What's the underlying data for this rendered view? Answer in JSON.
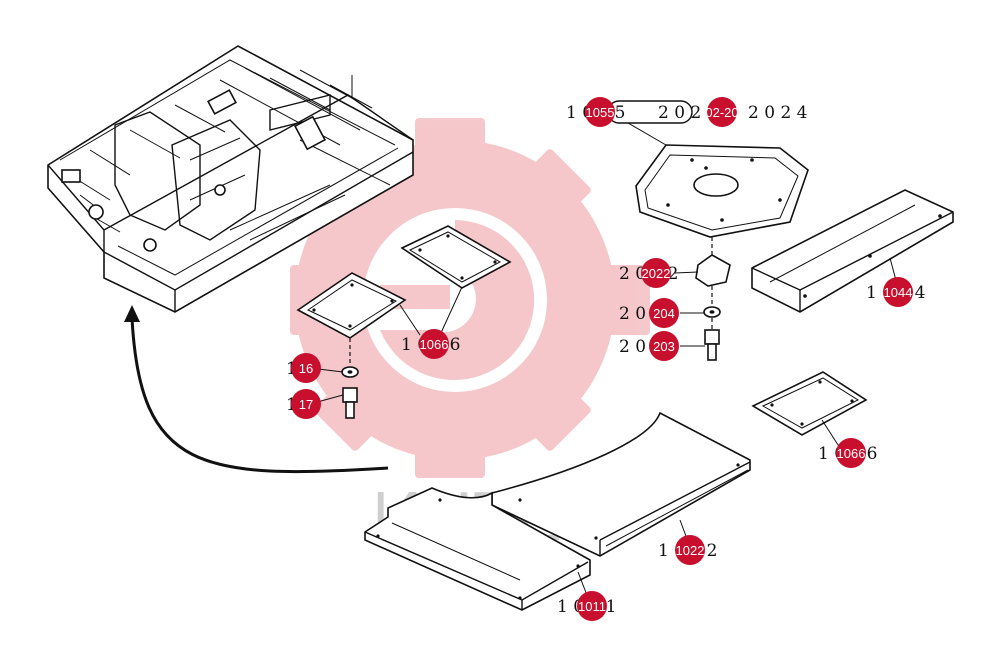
{
  "watermark": {
    "text": "ИНТЕХ",
    "color": "#f2b8bc"
  },
  "badge_color": "#c8102e",
  "callouts": [
    {
      "id": "c1055",
      "plain": "1 0 5 5",
      "badge": "1055"
    },
    {
      "id": "c2020",
      "plain": "2 0 2 0",
      "badge": "02-20"
    },
    {
      "id": "c2024",
      "plain": "2 0 2 4",
      "badge": ""
    },
    {
      "id": "c2022",
      "plain": "2 0 2 2",
      "badge": "2022"
    },
    {
      "id": "c2041",
      "plain": "2 0 4 1",
      "badge": "204"
    },
    {
      "id": "c2033",
      "plain": "2 0 3 3",
      "badge": "203"
    },
    {
      "id": "c1044",
      "plain": "1 0 4 4",
      "badge": "1044"
    },
    {
      "id": "c1066a",
      "plain": "1 0 6 6",
      "badge": "1066"
    },
    {
      "id": "c16",
      "plain": "1 6",
      "badge": "16"
    },
    {
      "id": "c17",
      "plain": "1 7",
      "badge": "17"
    },
    {
      "id": "c1066b",
      "plain": "1 0 6 6",
      "badge": "1066"
    },
    {
      "id": "c1022",
      "plain": "1 0 2 2",
      "badge": "1022"
    },
    {
      "id": "c1011",
      "plain": "1 0 1 1",
      "badge": "1011"
    }
  ]
}
